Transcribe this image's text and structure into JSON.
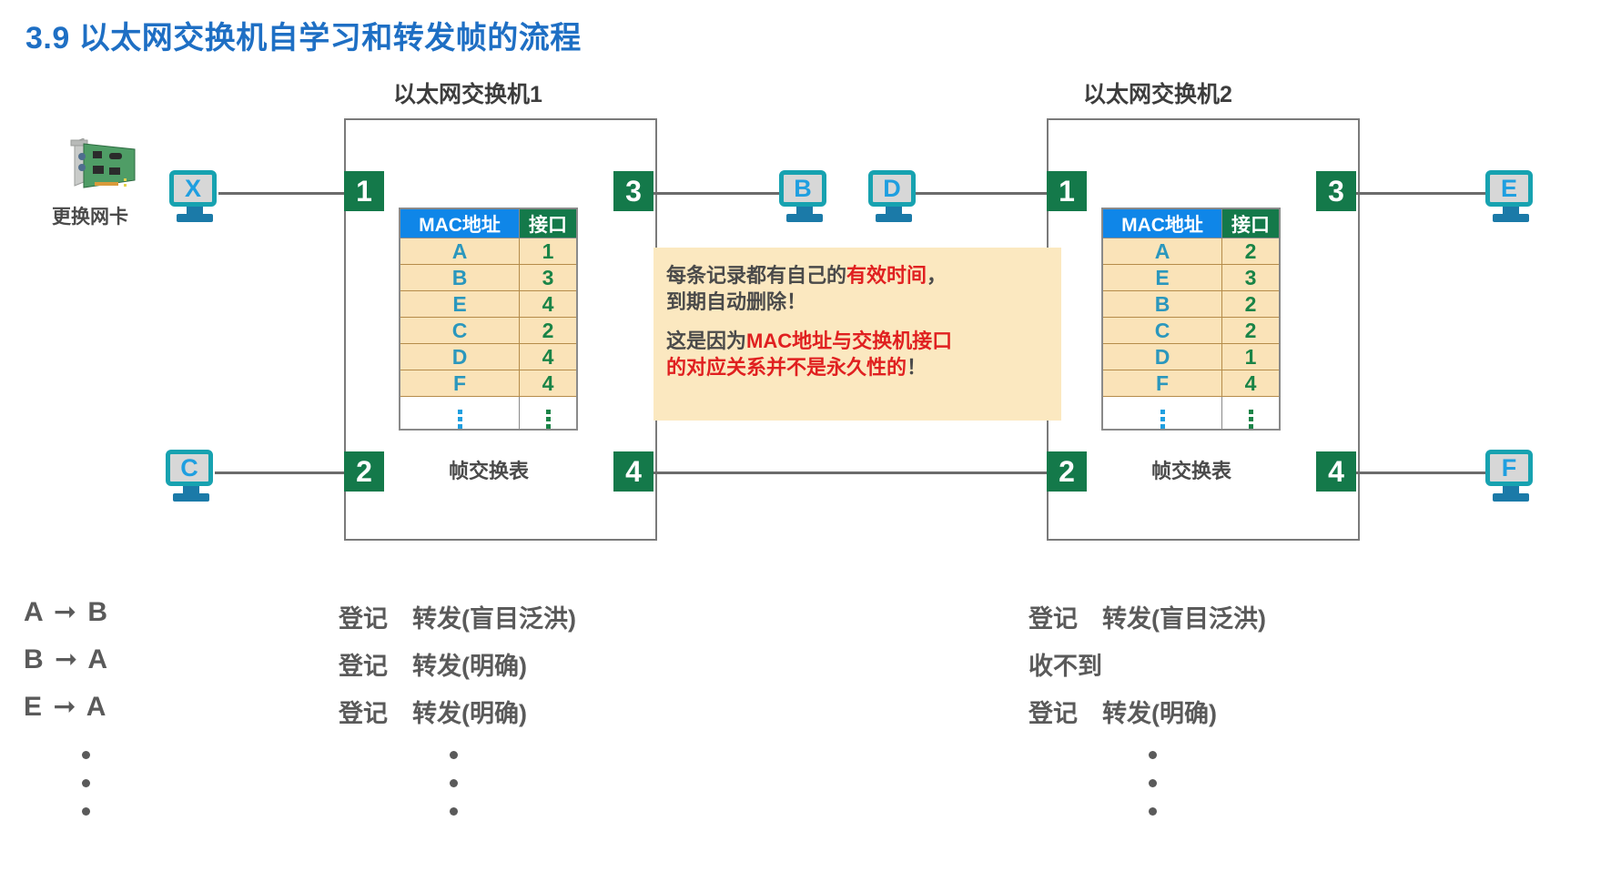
{
  "page_title": "3.9 以太网交换机自学习和转发帧的流程",
  "switches": [
    {
      "caption": "以太网交换机1",
      "table_caption": "帧交换表",
      "ports": [
        "1",
        "2",
        "3",
        "4"
      ],
      "table": {
        "headers": [
          "MAC地址",
          "接口"
        ],
        "rows": [
          {
            "mac": "A",
            "interface": "1"
          },
          {
            "mac": "B",
            "interface": "3"
          },
          {
            "mac": "E",
            "interface": "4"
          },
          {
            "mac": "C",
            "interface": "2"
          },
          {
            "mac": "D",
            "interface": "4"
          },
          {
            "mac": "F",
            "interface": "4"
          }
        ]
      }
    },
    {
      "caption": "以太网交换机2",
      "table_caption": "帧交换表",
      "ports": [
        "1",
        "2",
        "3",
        "4"
      ],
      "table": {
        "headers": [
          "MAC地址",
          "接口"
        ],
        "rows": [
          {
            "mac": "A",
            "interface": "2"
          },
          {
            "mac": "E",
            "interface": "3"
          },
          {
            "mac": "B",
            "interface": "2"
          },
          {
            "mac": "C",
            "interface": "2"
          },
          {
            "mac": "D",
            "interface": "1"
          },
          {
            "mac": "F",
            "interface": "4"
          }
        ]
      }
    }
  ],
  "nic": {
    "label": "更换网卡",
    "icon": "network-card-icon"
  },
  "hosts": [
    {
      "name": "X",
      "id": "host-x"
    },
    {
      "name": "C",
      "id": "host-c"
    },
    {
      "name": "B",
      "id": "host-b"
    },
    {
      "name": "D",
      "id": "host-d"
    },
    {
      "name": "E",
      "id": "host-e"
    },
    {
      "name": "F",
      "id": "host-f"
    }
  ],
  "annotation": {
    "line1_a": "每条记录都有自己的",
    "line1_red": "有效时间",
    "line1_b": "，",
    "line2": "到期自动删除！",
    "line3_a": "这是因为",
    "line3_red": "MAC地址与交换机接口",
    "line4_red": "的对应关系并不是永久性的",
    "line4_b": "！"
  },
  "flows": [
    {
      "label": "A ➞ B",
      "switch1_action": "登记　转发(盲目泛洪)",
      "switch2_action": "登记　转发(盲目泛洪)"
    },
    {
      "label": "B ➞ A",
      "switch1_action": "登记　转发(明确)",
      "switch2_action": "收不到"
    },
    {
      "label": "E ➞ A",
      "switch1_action": "登记　转发(明确)",
      "switch2_action": "登记　转发(明确)"
    }
  ],
  "colors": {
    "title_blue": "#1e6fc4",
    "port_green": "#14794a",
    "header_blue": "#0f86e8",
    "table_fill": "#fae3b8",
    "mac_text": "#2b97bd",
    "interface_text": "#1a8447",
    "red_accent": "#e02020",
    "callout_bg": "#fbe8c0"
  }
}
